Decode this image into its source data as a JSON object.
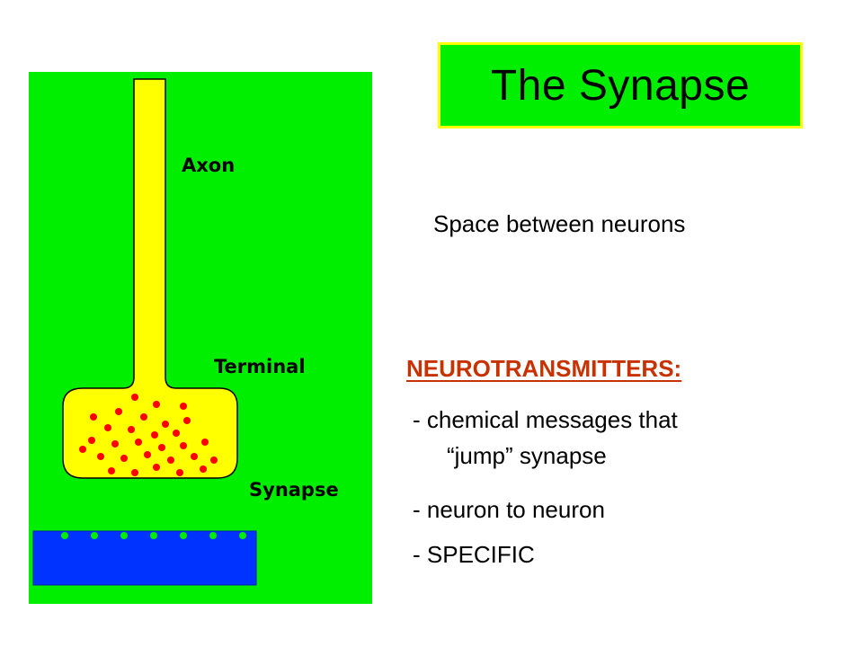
{
  "slide": {
    "title": "The Synapse",
    "subtitle": "Space between neurons",
    "neurotransmitters_heading": "NEUROTRANSMITTERS:",
    "bullets": [
      {
        "line1": "- chemical messages that",
        "line2": "“jump” synapse"
      },
      {
        "line1": "- neuron to neuron"
      },
      {
        "line1": "- SPECIFIC"
      }
    ]
  },
  "diagram": {
    "labels": {
      "axon": "Axon",
      "terminal": "Terminal",
      "synapse": "Synapse"
    }
  },
  "colors": {
    "background_green": "#00ee00",
    "neuron_yellow": "#ffff00",
    "neurotransmitter_red": "#ff0000",
    "dendrite_blue": "#0033ff",
    "heading_red": "#c83200",
    "title_border": "#ffff00"
  }
}
